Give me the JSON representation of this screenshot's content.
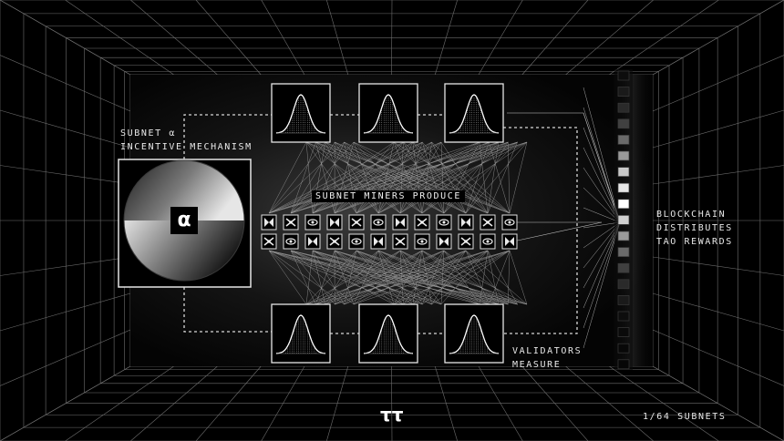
{
  "left_label": {
    "line1": "SUBNET α",
    "line2": "INCENTIVE MECHANISM"
  },
  "alpha_symbol": "α",
  "miners_label": "SUBNET MINERS PRODUCE",
  "validators_label": {
    "line1": "VALIDATORS",
    "line2": "MEASURE"
  },
  "blockchain_label": {
    "line1": "BLOCKCHAIN",
    "line2": "DISTRIBUTES",
    "line3": "TAO REWARDS"
  },
  "logo_text": "ττ",
  "subnet_count": "1/64 SUBNETS",
  "icons": {
    "distribution": "bell-curve-icon",
    "miner_output": "bowtie-glyph-icon",
    "logo": "bittensor-tau-logo"
  },
  "colors": {
    "background": "#000000",
    "line": "#d0d0d0",
    "accent": "#ffffff"
  }
}
